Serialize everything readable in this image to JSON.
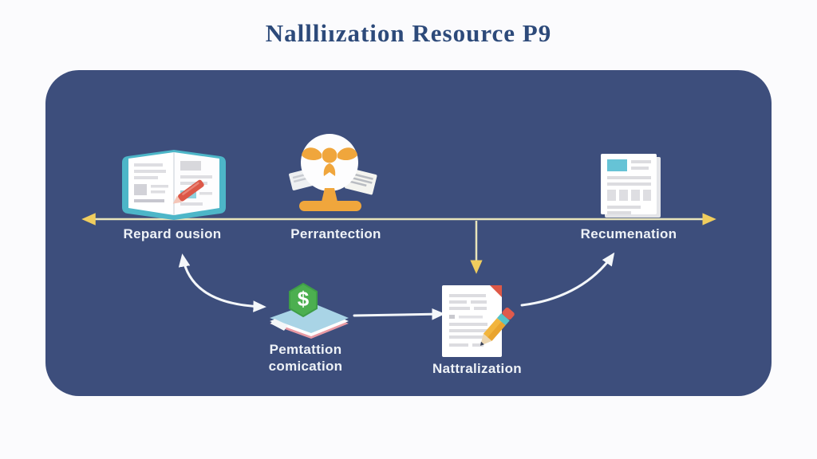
{
  "title": "Nallliızation Resource P9",
  "panel": {
    "background_color": "#3d4e7c",
    "timeline_color": "#e9e5bb",
    "timeline_arrowhead_color": "#f0cd5e",
    "flow_arrow_color": "#f4f7fa"
  },
  "nodes": {
    "book": {
      "label": "Repard ousion",
      "icon": "open-book-icon",
      "accent_color": "#4db6c8"
    },
    "award": {
      "label": "Perrantection",
      "icon": "award-trophy-icon",
      "accent_color": "#f0a63c"
    },
    "news": {
      "label": "Recumenation",
      "icon": "newspaper-icon",
      "accent_color": "#66c3d6"
    },
    "money": {
      "label": "Pemtattion comication",
      "icon": "money-ledger-icon",
      "accent_color": "#4caf50",
      "badge": "$"
    },
    "document": {
      "label": "Nattralization",
      "icon": "document-pencil-icon",
      "accent_color": "#e05a4c"
    }
  }
}
